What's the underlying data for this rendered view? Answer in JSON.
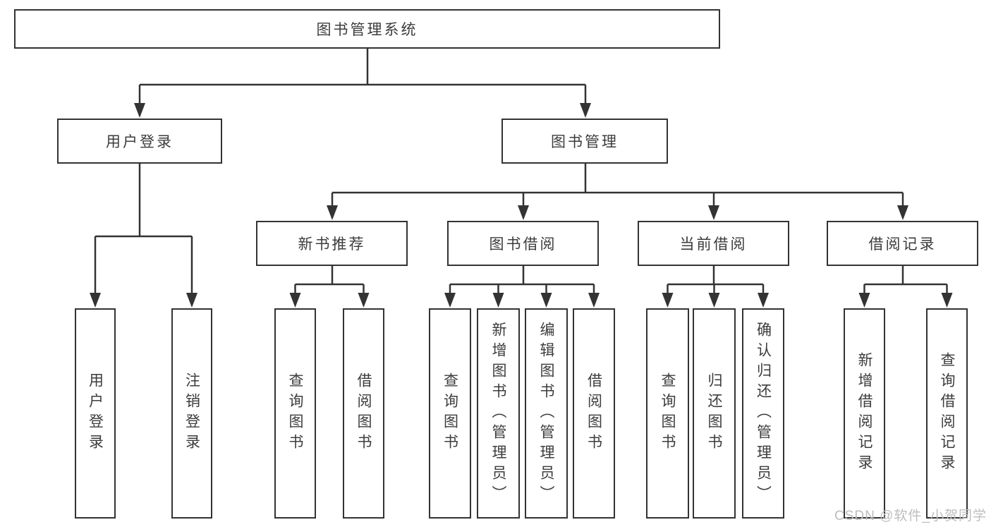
{
  "tree": {
    "root": {
      "label": "图书管理系统",
      "children": [
        {
          "label": "用户登录",
          "children": [
            {
              "label": "用户登录"
            },
            {
              "label": "注销登录"
            }
          ]
        },
        {
          "label": "图书管理",
          "children": [
            {
              "label": "新书推荐",
              "children": [
                {
                  "label": "查询图书"
                },
                {
                  "label": "借阅图书"
                }
              ]
            },
            {
              "label": "图书借阅",
              "children": [
                {
                  "label": "查询图书"
                },
                {
                  "label": "新增图书（管理员）"
                },
                {
                  "label": "编辑图书（管理员）"
                },
                {
                  "label": "借阅图书"
                }
              ]
            },
            {
              "label": "当前借阅",
              "children": [
                {
                  "label": "查询图书"
                },
                {
                  "label": "归还图书"
                },
                {
                  "label": "确认归还（管理员）"
                }
              ]
            },
            {
              "label": "借阅记录",
              "children": [
                {
                  "label": "新增借阅记录"
                },
                {
                  "label": "查询借阅记录"
                }
              ]
            }
          ]
        }
      ]
    }
  },
  "watermark": {
    "text": "CSDN @软件_小贺同学"
  },
  "colors": {
    "line": "#333333",
    "text": "#3c3c3c",
    "watermark": "#bdbdbd",
    "background": "#ffffff"
  }
}
